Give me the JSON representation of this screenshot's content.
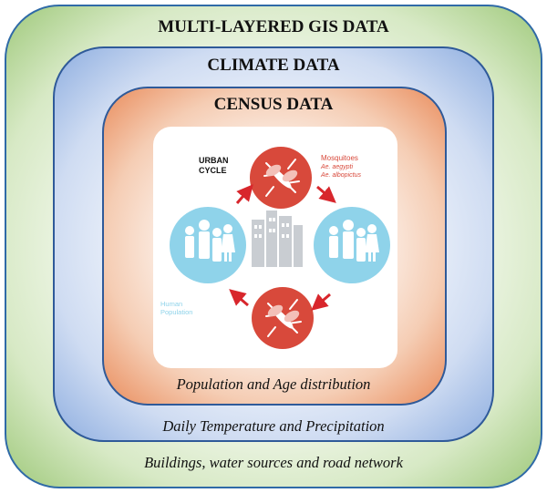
{
  "layers": {
    "outer": {
      "title": "MULTI-LAYERED GIS DATA",
      "caption": "Buildings, water sources and road network"
    },
    "middle": {
      "title": "CLIMATE DATA",
      "caption": "Daily Temperature and Precipitation"
    },
    "inner": {
      "title": "CENSUS DATA",
      "caption": "Population and Age distribution"
    }
  },
  "cycle": {
    "title_line1": "URBAN",
    "title_line2": "CYCLE",
    "mosquitoes_label": "Mosquitoes",
    "species_1": "Ae. aegypti",
    "species_2": "Ae. albopictus",
    "human_line1": "Human",
    "human_line2": "Population"
  },
  "colors": {
    "outer_green": "#9fc97b",
    "middle_blue": "#8eaee0",
    "inner_orange": "#e98c5c",
    "border_blue": "#2f5a99",
    "mosquito_red": "#d8493b",
    "human_blue": "#8fd3ea",
    "building_grey": "#c9cdd2",
    "arrow_red": "#d8262c"
  },
  "icons": [
    "mosquito-icon",
    "people-group-icon",
    "city-buildings-icon",
    "arrow-icon"
  ]
}
